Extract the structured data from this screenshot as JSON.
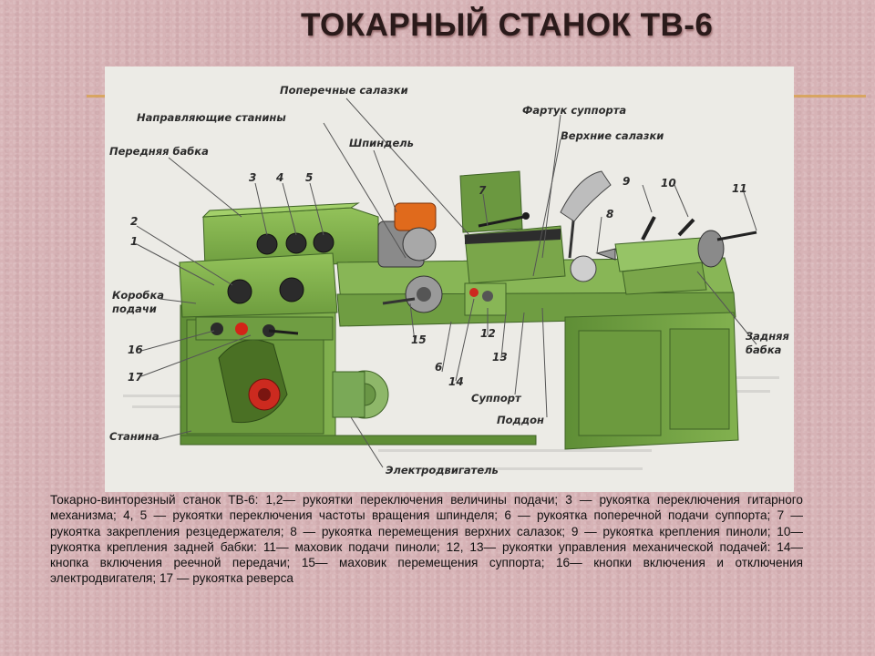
{
  "title": "ТОКАРНЫЙ СТАНОК ТВ-6",
  "diagram": {
    "labels": {
      "transverse_slide": "Поперечные салазки",
      "bed_guides": "Направляющие станины",
      "apron": "Фартук суппорта",
      "headstock": "Передняя бабка",
      "spindle": "Шпиндель",
      "upper_slide": "Верхние салазки",
      "feed_box_line1": "Коробка",
      "feed_box_line2": "подачи",
      "tailstock_line1": "Задняя",
      "tailstock_line2": "бабка",
      "carriage": "Суппорт",
      "tray": "Поддон",
      "bed": "Станина",
      "motor": "Электродвигатель"
    },
    "numbers": [
      "1",
      "2",
      "3",
      "4",
      "5",
      "6",
      "7",
      "8",
      "9",
      "10",
      "11",
      "12",
      "13",
      "14",
      "15",
      "16",
      "17"
    ]
  },
  "caption": "Токарно-винторезный станок ТВ-6: 1,2— рукоятки переключения величины подачи; 3 — рукоятка переключения гитарного механизма; 4, 5 — рукоятки переключения частоты вращения шпинделя; 6 — рукоятка поперечной подачи суппорта; 7 — рукоятка закрепления резцедержателя; 8 — рукоятка перемещения верхних салазок; 9 — рукоятка крепления пиноли; 10— рукоятка крепления задней бабки: 11— маховик подачи пиноли; 12, 13— рукоятки управления механической подачей: 14— кнопка включения реечной передачи; 15— маховик перемещения суппорта; 16— кнопки включения и отключения электродвигателя; 17 — рукоятка реверса",
  "colors": {
    "machine_green": "#7fae4e",
    "machine_dark": "#4f7a2f",
    "background": "#d7b3b6",
    "accent_orange": "#d8a24e"
  }
}
